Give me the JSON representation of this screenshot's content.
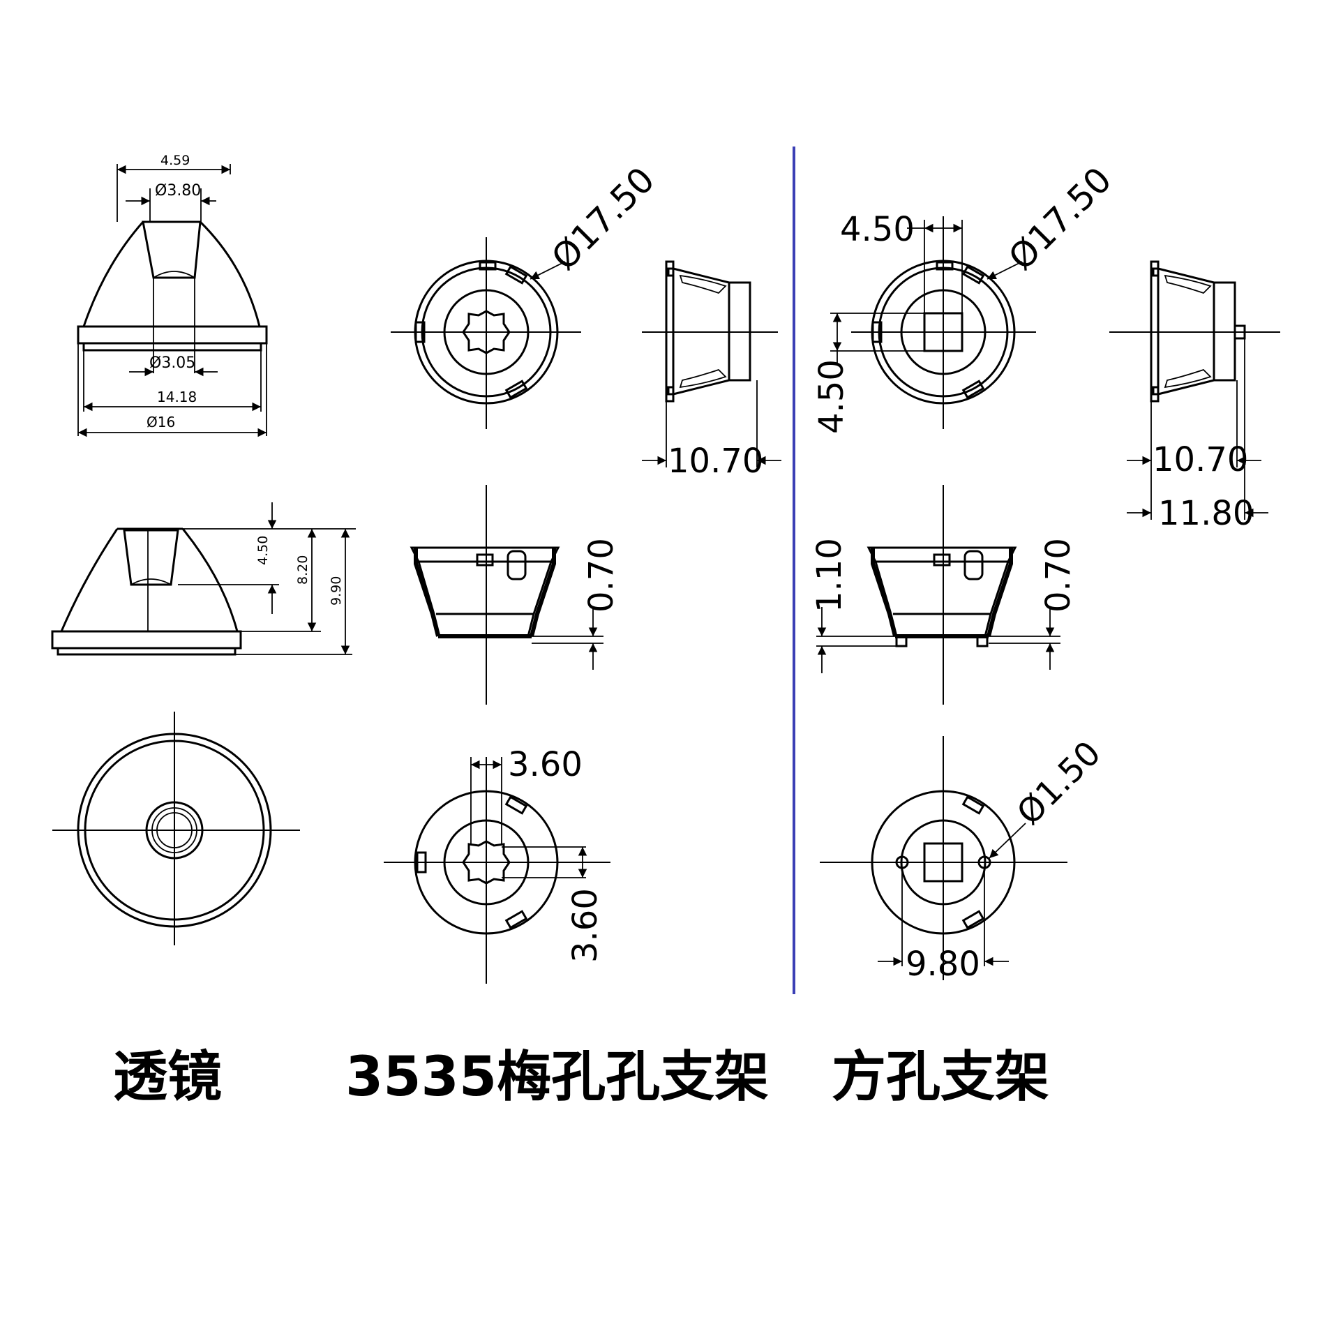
{
  "labels": {
    "lens": "透镜",
    "holder_plum": "3535梅孔孔支架",
    "holder_square": "方孔支架"
  },
  "lens_dims": {
    "d1": "4.59",
    "d2": "Ø3.80",
    "d3": "Ø3.05",
    "d4": "14.18",
    "d5": "Ø16",
    "h1": "4.50",
    "h2": "8.20",
    "h3": "9.90"
  },
  "plum_dims": {
    "dia": "Ø17.50",
    "len": "10.70",
    "gap": "0.70",
    "w": "3.60",
    "h": "3.60"
  },
  "square_dims": {
    "w": "4.50",
    "dia": "Ø17.50",
    "h": "4.50",
    "len1": "10.70",
    "len2": "11.80",
    "gap1": "1.10",
    "gap2": "0.70",
    "hole": "Ø1.50",
    "span": "9.80"
  },
  "colors": {
    "divider": "#3b3fb5",
    "line": "#000000"
  }
}
